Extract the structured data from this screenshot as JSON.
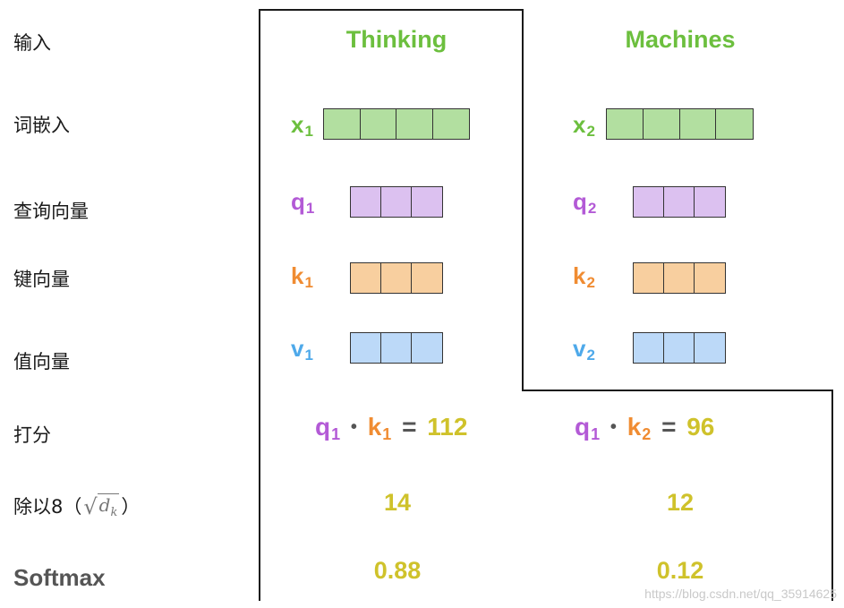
{
  "row_labels": {
    "input": "输入",
    "embedding": "词嵌入",
    "query": "查询向量",
    "key": "键向量",
    "value": "值向量",
    "score": "打分",
    "divide": "除以8（",
    "divide_close": "）",
    "softmax": "Softmax"
  },
  "sqrt_symbol": {
    "radical": "√",
    "d": "d",
    "k": "k"
  },
  "columns": [
    {
      "word": "Thinking",
      "x_sym": "x",
      "x_sub": "1",
      "q_sym": "q",
      "q_sub": "1",
      "k_sym": "k",
      "k_sub": "1",
      "v_sym": "v",
      "v_sub": "1",
      "score_q": "q",
      "score_q_sub": "1",
      "score_k": "k",
      "score_k_sub": "1",
      "score_dot": "•",
      "score_eq": "=",
      "score": "112",
      "divided": "14",
      "softmax": "0.88"
    },
    {
      "word": "Machines",
      "x_sym": "x",
      "x_sub": "2",
      "q_sym": "q",
      "q_sub": "2",
      "k_sym": "k",
      "k_sub": "2",
      "v_sym": "v",
      "v_sub": "2",
      "score_q": "q",
      "score_q_sub": "1",
      "score_k": "k",
      "score_k_sub": "2",
      "score_dot": "•",
      "score_eq": "=",
      "score": "96",
      "divided": "12",
      "softmax": "0.12"
    }
  ],
  "colors": {
    "embedding": "#b2dfa0",
    "query": "#dcc1f0",
    "key": "#f8cf9f",
    "value": "#bcd9f8",
    "word": "#6cbf3e",
    "result": "#cfc22b"
  },
  "watermark": "https://blog.csdn.net/qq_35914625"
}
